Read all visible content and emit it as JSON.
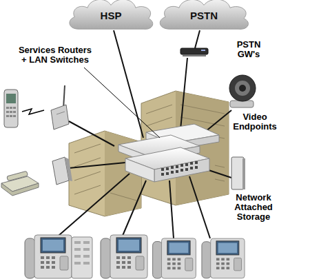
{
  "diagram": {
    "nodes": [
      {
        "text": [
          "HSP"
        ]
      },
      {
        "text": [
          "PSTN"
        ]
      }
    ],
    "labels": [
      "Services Routers + LAN Switches",
      "PSTN GW's",
      "Video Endpoints",
      "Network Attached Storage"
    ]
  }
}
